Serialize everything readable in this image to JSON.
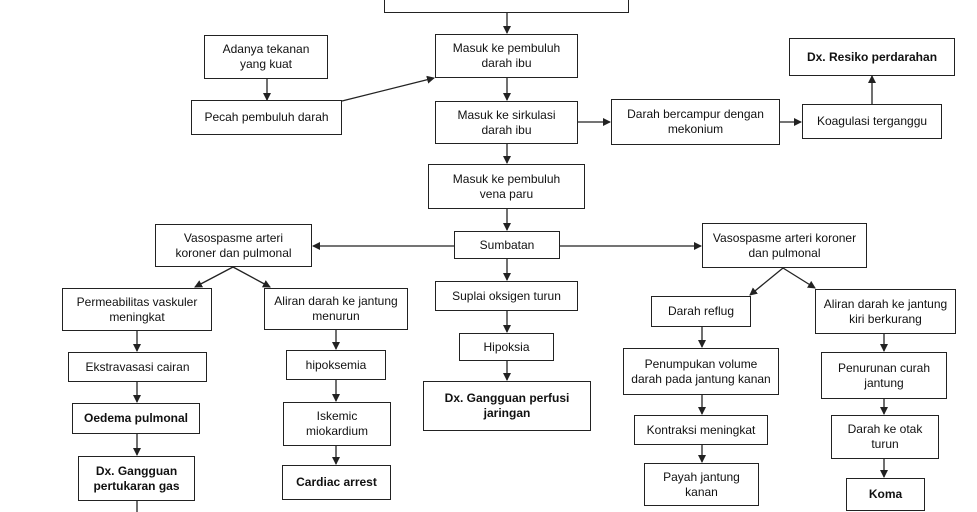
{
  "nodes": {
    "adanya_tekanan": "Adanya tekanan\nyang kuat",
    "pecah_pembuluh": "Pecah pembuluh darah",
    "masuk_pembuluh_ibu": "Masuk ke pembuluh\ndarah ibu",
    "masuk_sirkulasi": "Masuk ke sirkulasi\ndarah ibu",
    "darah_bercampur": "Darah bercampur dengan\nmekonium",
    "koagulasi": "Koagulasi terganggu",
    "dx_resiko": "Dx. Resiko perdarahan",
    "masuk_vena_paru": "Masuk ke pembuluh\nvena paru",
    "sumbatan": "Sumbatan",
    "vaso_left": "Vasospasme arteri\nkoroner dan pulmonal",
    "vaso_right": "Vasospasme arteri koroner\ndan pulmonal",
    "suplai_oksigen": "Suplai oksigen turun",
    "hipoksia": "Hipoksia",
    "dx_perfusi": "Dx. Gangguan perfusi\njaringan",
    "permeabilitas": "Permeabilitas vaskuler\nmeningkat",
    "aliran_menurun": "Aliran darah ke jantung\nmenurun",
    "ekstravasasi": "Ekstravasasi cairan",
    "hipoksemia": "hipoksemia",
    "oedema": "Oedema pulmonal",
    "iskemic": "Iskemic\nmiokardium",
    "dx_pertukaran": "Dx. Gangguan\npertukaran gas",
    "cardiac_arrest": "Cardiac arrest",
    "darah_reflug": "Darah reflug",
    "aliran_kiri": "Aliran darah ke jantung\nkiri berkurang",
    "penumpukan": "Penumpukan volume\ndarah pada jantung kanan",
    "penurunan_curah": "Penurunan curah\njantung",
    "kontraksi": "Kontraksi meningkat",
    "darah_otak": "Darah ke otak\nturun",
    "payah_jantung": "Payah jantung\nkanan",
    "koma": "Koma"
  },
  "colors": {
    "line": "#222222",
    "border": "#222222",
    "text": "#111111"
  }
}
